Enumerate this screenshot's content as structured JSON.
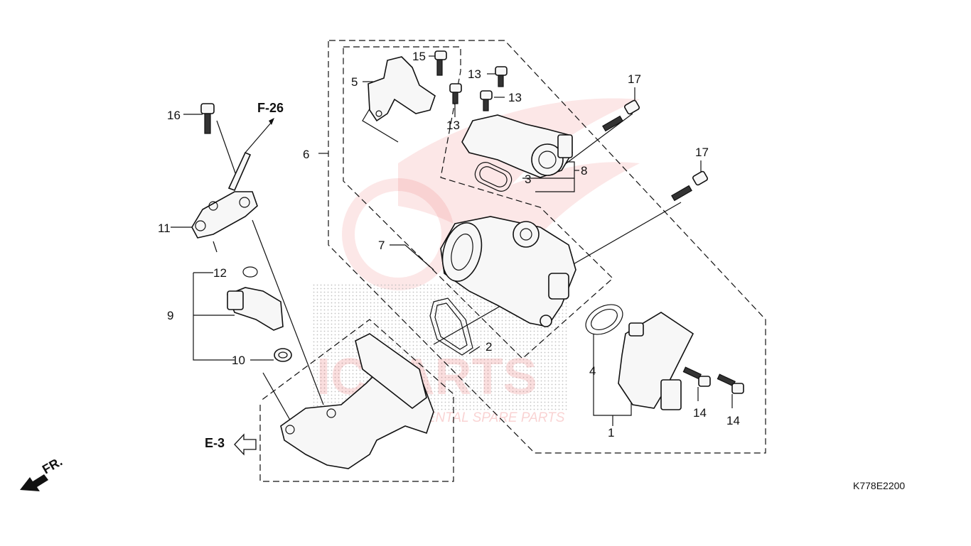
{
  "diagram": {
    "code": "K778E2200",
    "references": {
      "fuel": "F-26",
      "engine": "E-3",
      "front": "FR."
    },
    "watermark": {
      "brand": "ICPARTS",
      "tagline": "INTERCONTINENTAL SPARE PARTS"
    },
    "callouts": {
      "c1": "1",
      "c2": "2",
      "c3": "3",
      "c4": "4",
      "c5": "5",
      "c6": "6",
      "c7": "7",
      "c8": "8",
      "c9": "9",
      "c10": "10",
      "c11": "11",
      "c12": "12",
      "c13a": "13",
      "c13b": "13",
      "c13c": "13",
      "c14a": "14",
      "c14b": "14",
      "c15": "15",
      "c16": "16",
      "c17a": "17",
      "c17b": "17"
    },
    "colors": {
      "line": "#111111",
      "watermark": "#e53a3a"
    }
  }
}
